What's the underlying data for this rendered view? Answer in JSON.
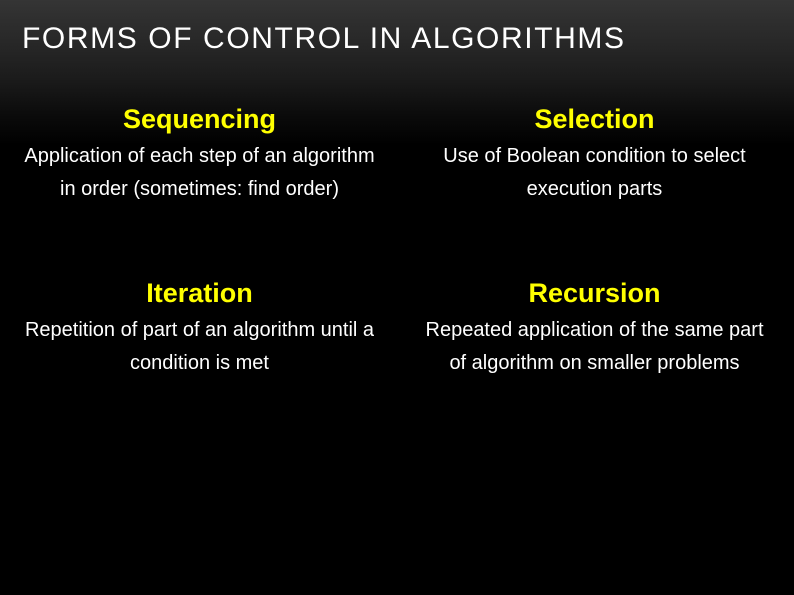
{
  "slide": {
    "title": "FORMS OF CONTROL IN ALGORITHMS",
    "colors": {
      "background_top": "#353535",
      "background_bottom": "#000000",
      "heading_accent": "#ffff00",
      "body_text": "#ffffff",
      "title_text": "#ffffff"
    },
    "concepts": [
      {
        "heading": "Sequencing",
        "body": "Application of each step of an algorithm in order (sometimes: find order)"
      },
      {
        "heading": "Selection",
        "body": "Use of Boolean condition to select execution parts"
      },
      {
        "heading": "Iteration",
        "body": "Repetition of part of an algorithm until a condition is met"
      },
      {
        "heading": "Recursion",
        "body": "Repeated application of the same part of algorithm on smaller problems"
      }
    ]
  }
}
